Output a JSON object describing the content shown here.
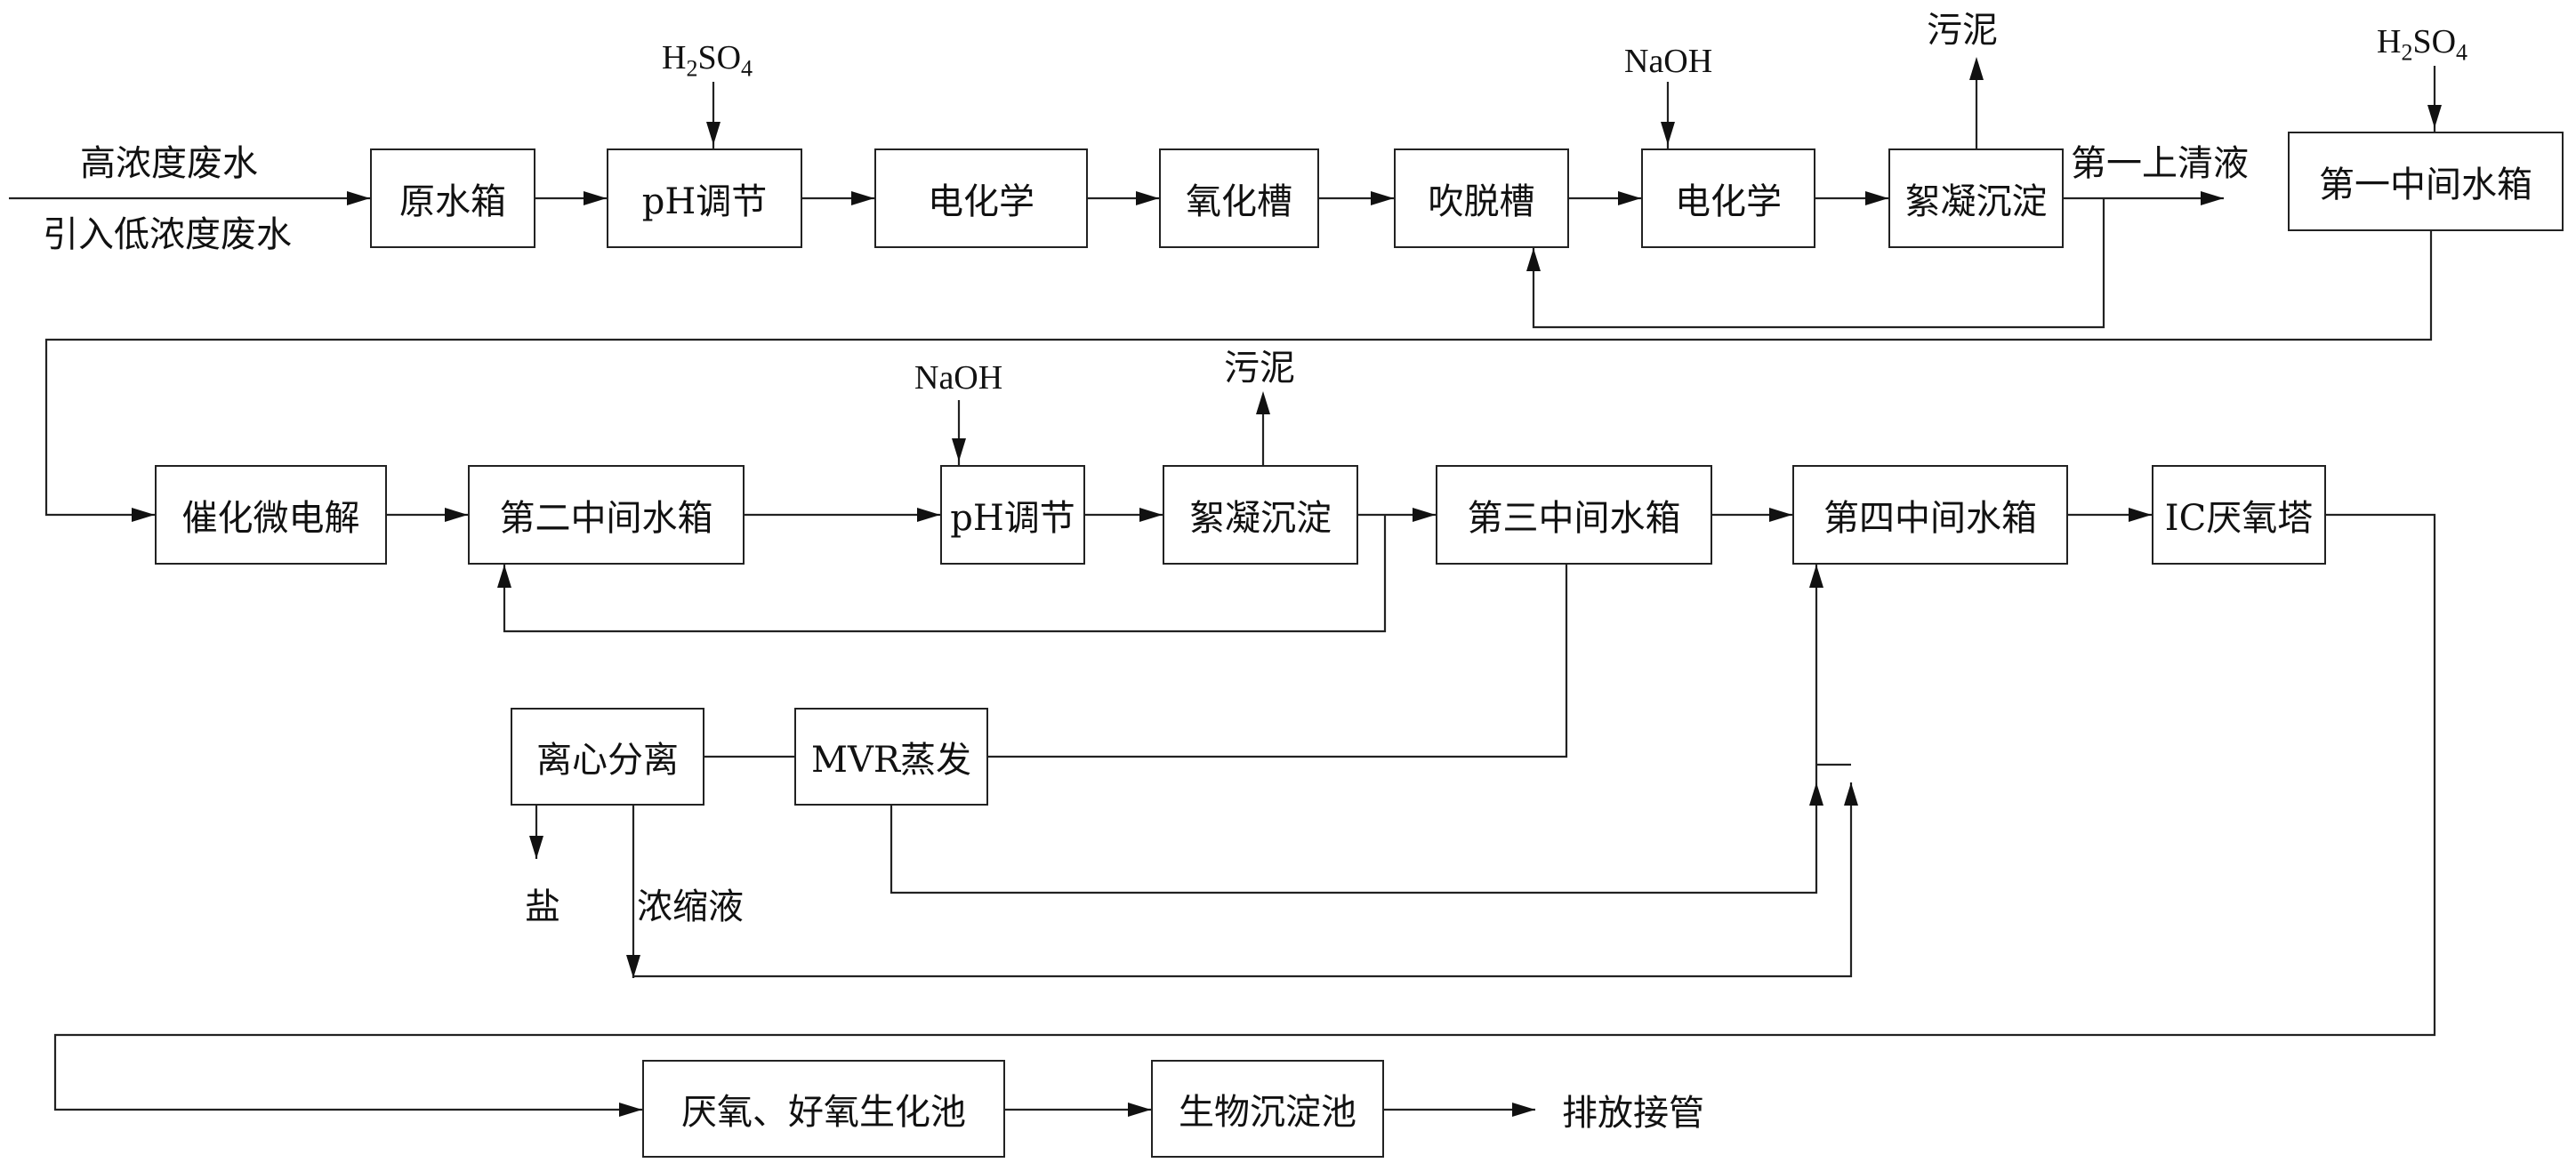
{
  "boxes": {
    "raw_tank": "原水箱",
    "ph_adjust_1": "pH调节",
    "electrochem_1": "电化学",
    "oxidation_tank": "氧化槽",
    "stripping_tank": "吹脱槽",
    "electrochem_2": "电化学",
    "flocculation_1": "絮凝沉淀",
    "intermediate_tank_1": "第一中间水箱",
    "catalytic_micro_electrolysis": "催化微电解",
    "intermediate_tank_2": "第二中间水箱",
    "ph_adjust_2": "pH调节",
    "flocculation_2": "絮凝沉淀",
    "intermediate_tank_3": "第三中间水箱",
    "intermediate_tank_4": "第四中间水箱",
    "ic_anaerobic_tower": "IC厌氧塔",
    "centrifuge": "离心分离",
    "mvr_evaporation": "MVR蒸发",
    "anaerobic_aerobic_tank": "厌氧、好氧生化池",
    "bio_sedimentation_tank": "生物沉淀池"
  },
  "labels": {
    "high_conc_wastewater": "高浓度废水",
    "low_conc_wastewater": "引入低浓度废水",
    "first_supernatant": "第一上清液",
    "sludge_1": "污泥",
    "sludge_2": "污泥",
    "salt": "盐",
    "concentrate": "浓缩液",
    "discharge": "排放接管"
  },
  "chemicals": {
    "h2so4_1": {
      "base": "H",
      "sub1": "2",
      "mid": "SO",
      "sub2": "4"
    },
    "naoh_1": "NaOH",
    "h2so4_2": {
      "base": "H",
      "sub1": "2",
      "mid": "SO",
      "sub2": "4"
    },
    "naoh_2": "NaOH"
  }
}
